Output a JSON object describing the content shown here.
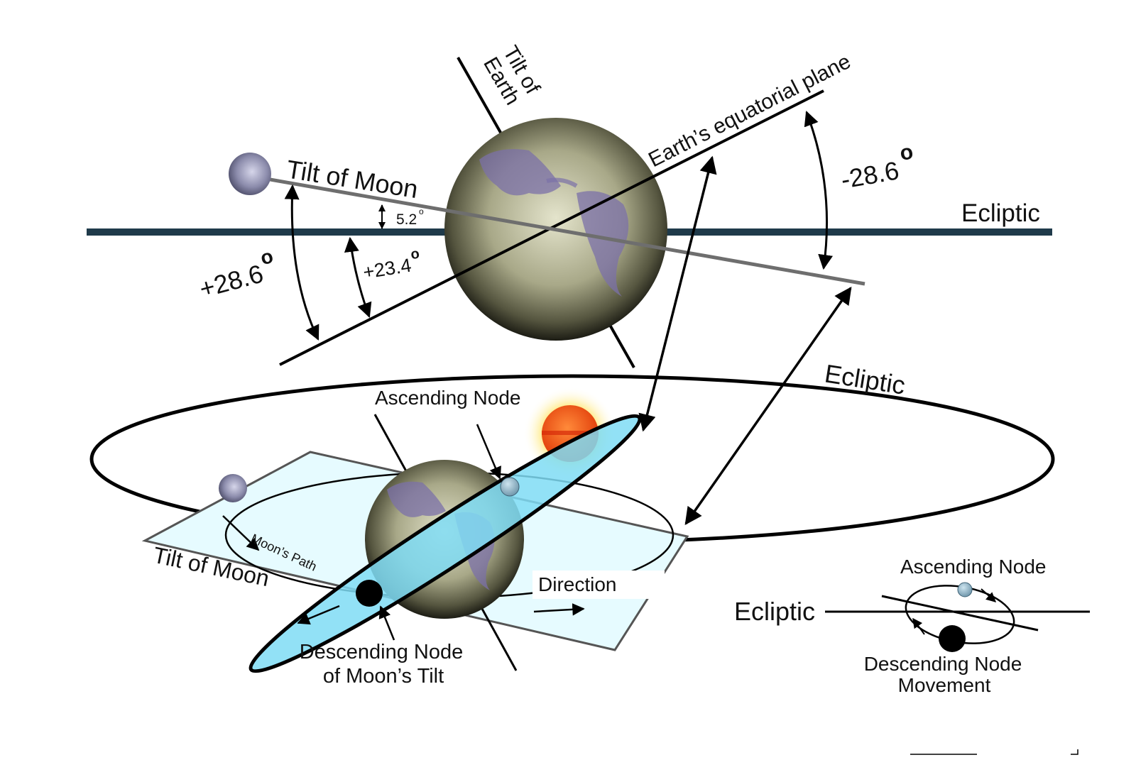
{
  "labels": {
    "tilt_of_earth_line1": "Tilt of",
    "tilt_of_earth_line2": "Earth",
    "equatorial_plane": "Earth’s equatorial plane",
    "tilt_of_moon_top": "Tilt of Moon",
    "angle_5_2": "5.2",
    "angle_23_4": "+23.4",
    "angle_plus_28_6": "+28.6",
    "angle_minus_28_6": "-28.6",
    "degree_mark": "o",
    "ecliptic_top": "Ecliptic",
    "ecliptic_orbit": "Ecliptic",
    "ascending_node_main": "Ascending Node",
    "tilt_of_moon_bottom": "Tilt of Moon",
    "moons_path": "Moon’s Path",
    "direction": "Direction",
    "descending_node_line1": "Descending Node",
    "descending_node_line2": "of Moon’s Tilt",
    "inset_ascending_node": "Ascending Node",
    "inset_ecliptic": "Ecliptic",
    "inset_descending_line1": "Descending Node",
    "inset_descending_line2": "Movement"
  },
  "colors": {
    "ecliptic_bar": "#1f3a4a",
    "moon_plane_fill": "#e6fbff",
    "moon_orbit_ring": "#7fdcf5",
    "sun_core": "#f04a10",
    "sun_glow": "#ffe27a",
    "earth_tint": "#9a9a78",
    "moon_gray": "#8a8aa8",
    "node_blue": "#8fb8cc"
  }
}
